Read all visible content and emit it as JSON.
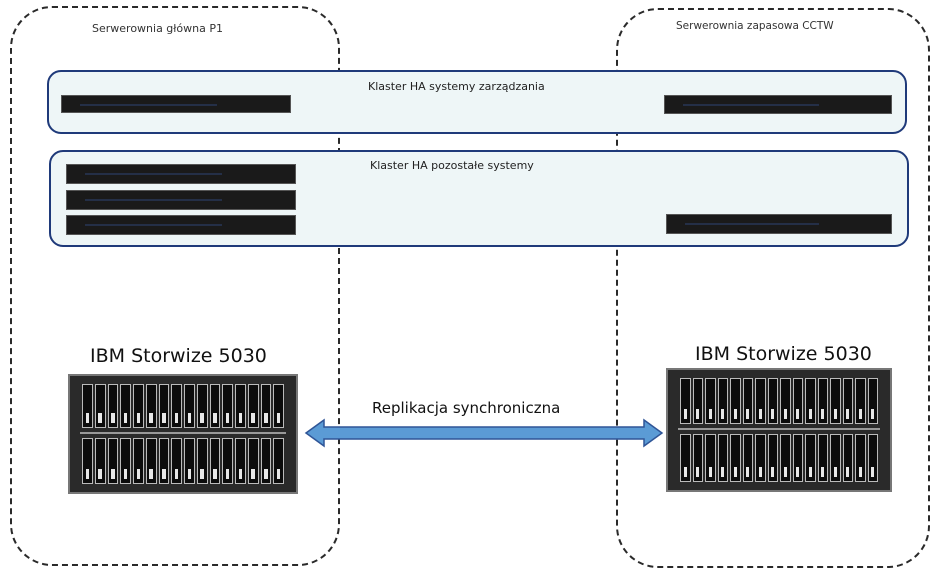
{
  "zones": {
    "main_label": "Serwerownia główna P1",
    "backup_label": "Serwerownia zapasowa CCTW"
  },
  "clusters": {
    "management_title": "Klaster HA systemy zarządzania",
    "other_title": "Klaster HA pozostałe systemy"
  },
  "storage": {
    "left_title": "IBM Storwize 5030",
    "right_title": "IBM Storwize 5030"
  },
  "replication": {
    "label": "Replikacja synchroniczna"
  },
  "colors": {
    "cluster_border": "#1f3a7a",
    "cluster_fill": "#eef6f7",
    "arrow_fill": "#5b9bd5",
    "arrow_stroke": "#2f5597"
  }
}
